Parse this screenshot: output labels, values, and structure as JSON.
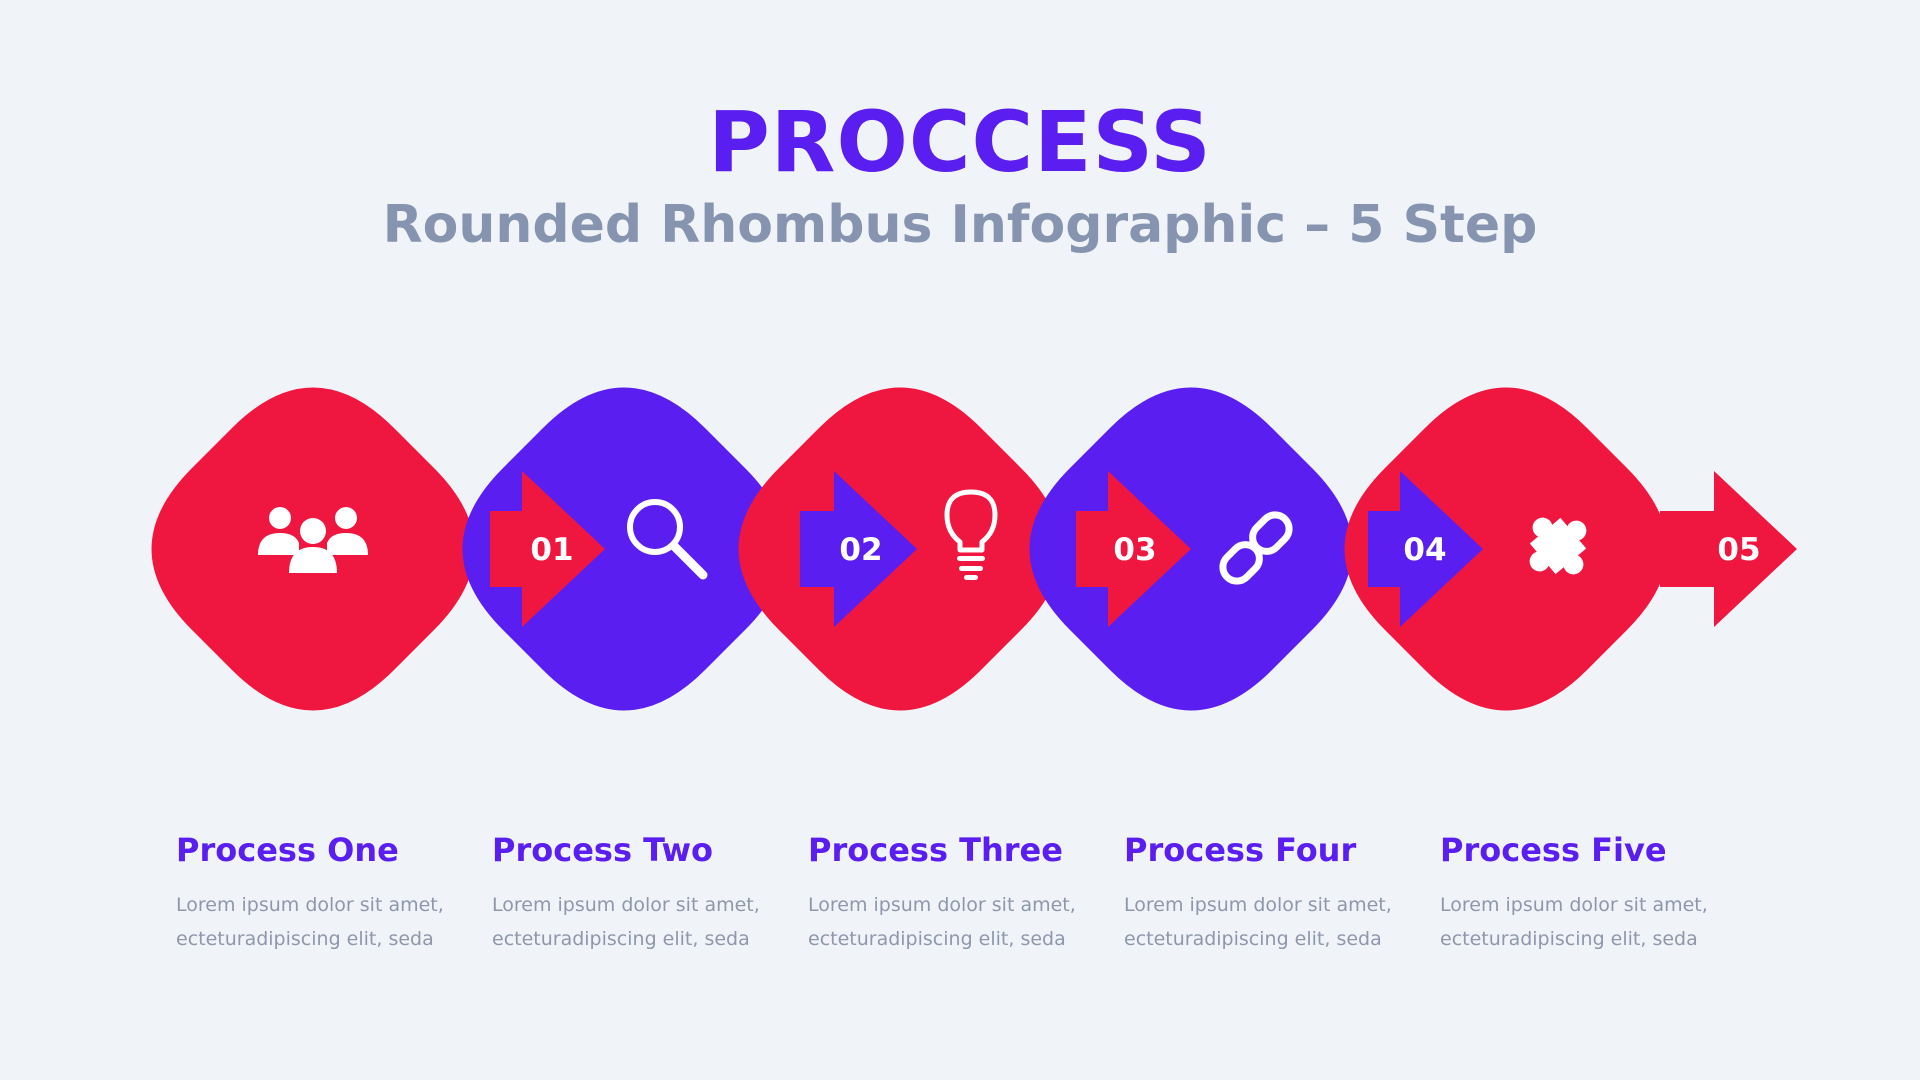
{
  "header": {
    "title": "PROCCESS",
    "subtitle": "Rounded Rhombus Infographic – 5 Step"
  },
  "colors": {
    "red": "#ef1640",
    "purple": "#5b1ef0",
    "white": "#ffffff",
    "background": "#f0f3f8"
  },
  "steps": [
    {
      "number": "01",
      "title": "Process One",
      "description": "Lorem ipsum dolor sit amet,\necteturadipiscing elit, seda",
      "icon": "team-icon",
      "color": "red"
    },
    {
      "number": "02",
      "title": "Process Two",
      "description": "Lorem ipsum dolor sit amet,\necteturadipiscing elit, seda",
      "icon": "search-icon",
      "color": "purple"
    },
    {
      "number": "03",
      "title": "Process Three",
      "description": "Lorem ipsum dolor sit amet,\necteturadipiscing elit, seda",
      "icon": "lightbulb-icon",
      "color": "red"
    },
    {
      "number": "04",
      "title": "Process Four",
      "description": "Lorem ipsum dolor sit amet,\necteturadipiscing elit, seda",
      "icon": "link-icon",
      "color": "purple"
    },
    {
      "number": "05",
      "title": "Process Five",
      "description": "Lorem ipsum dolor sit amet,\necteturadipiscing elit, seda",
      "icon": "puzzle-icon",
      "color": "red"
    }
  ]
}
